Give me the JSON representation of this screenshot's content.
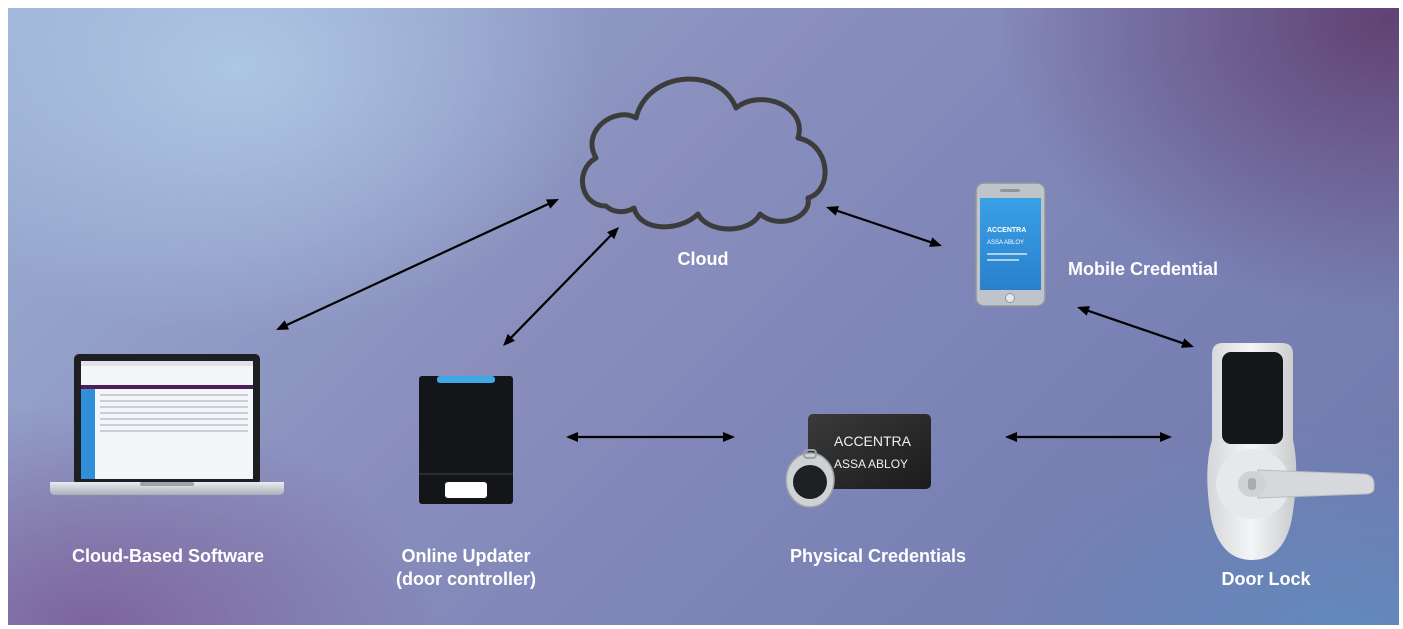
{
  "nodes": {
    "cloud": {
      "label": "Cloud"
    },
    "mobile": {
      "label": "Mobile Credential",
      "screen_line1": "ACCENTRA",
      "screen_line2": "ASSA ABLOY"
    },
    "software": {
      "label": "Cloud-Based Software"
    },
    "updater": {
      "label_line1": "Online Updater",
      "label_line2": "(door controller)"
    },
    "physical": {
      "label": "Physical Credentials",
      "card_line1": "ACCENTRA",
      "card_line2": "ASSA ABLOY"
    },
    "lock": {
      "label": "Door Lock"
    }
  },
  "edges": [
    {
      "from": "software",
      "to": "cloud",
      "direction": "both"
    },
    {
      "from": "updater",
      "to": "cloud",
      "direction": "both"
    },
    {
      "from": "cloud",
      "to": "mobile",
      "direction": "both"
    },
    {
      "from": "mobile",
      "to": "lock",
      "direction": "both"
    },
    {
      "from": "updater",
      "to": "physical",
      "direction": "both"
    },
    {
      "from": "physical",
      "to": "lock",
      "direction": "both"
    }
  ],
  "colors": {
    "arrow": "#000000",
    "label": "#ffffff",
    "cloud_outline": "#3c3c3c",
    "updater_accent": "#3fa9e6",
    "mobile_screen": "#2f8fd8"
  }
}
